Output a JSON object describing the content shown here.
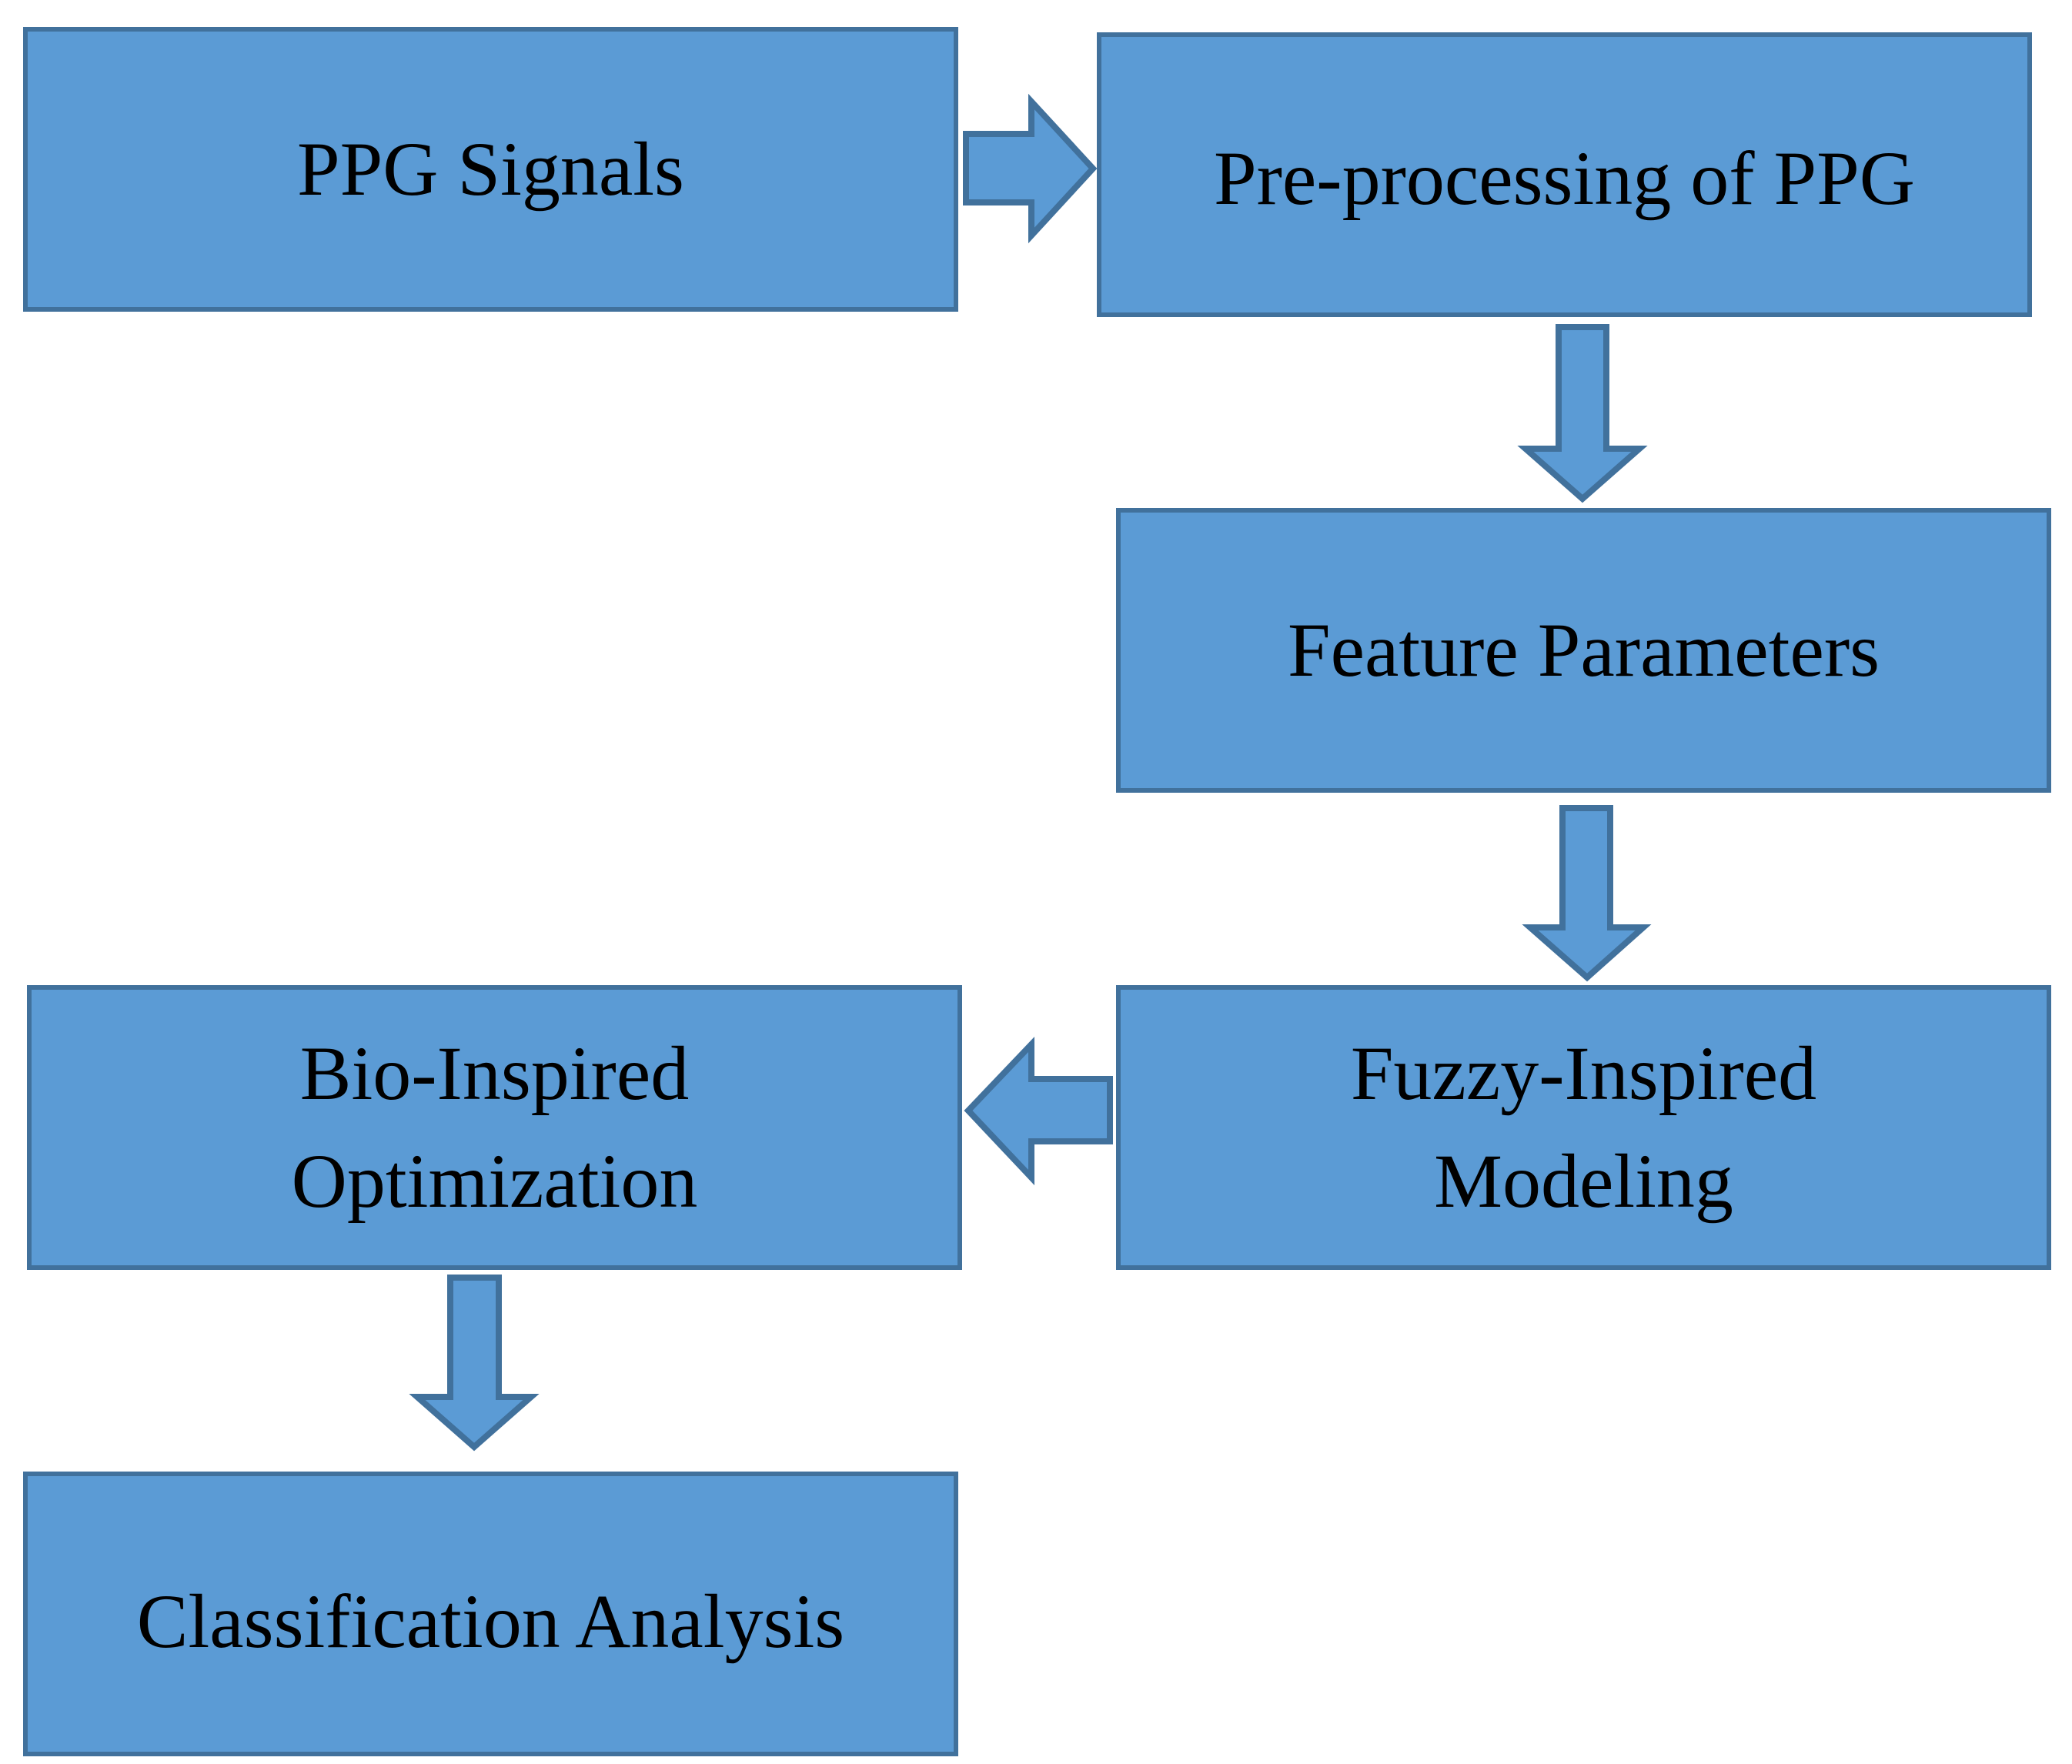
{
  "diagram": {
    "nodes": {
      "ppg_signals": {
        "label": "PPG Signals"
      },
      "preprocessing": {
        "label": "Pre-processing of PPG"
      },
      "feature_parameters": {
        "label": "Feature Parameters"
      },
      "fuzzy_modeling": {
        "lines": [
          "Fuzzy-Inspired",
          "Modeling"
        ]
      },
      "bio_optimization": {
        "lines": [
          "Bio-Inspired",
          "Optimization"
        ]
      },
      "classification": {
        "label": "Classification Analysis"
      }
    },
    "edges": [
      {
        "from": "PPG Signals",
        "to": "Pre-processing of PPG"
      },
      {
        "from": "Pre-processing of PPG",
        "to": "Feature Parameters"
      },
      {
        "from": "Feature Parameters",
        "to": "Fuzzy-Inspired Modeling"
      },
      {
        "from": "Fuzzy-Inspired Modeling",
        "to": "Bio-Inspired Optimization"
      },
      {
        "from": "Bio-Inspired Optimization",
        "to": "Classification Analysis"
      }
    ],
    "colors": {
      "box_fill": "#5b9bd5",
      "box_border": "#41719c",
      "text": "#000000",
      "background": "#ffffff"
    }
  }
}
